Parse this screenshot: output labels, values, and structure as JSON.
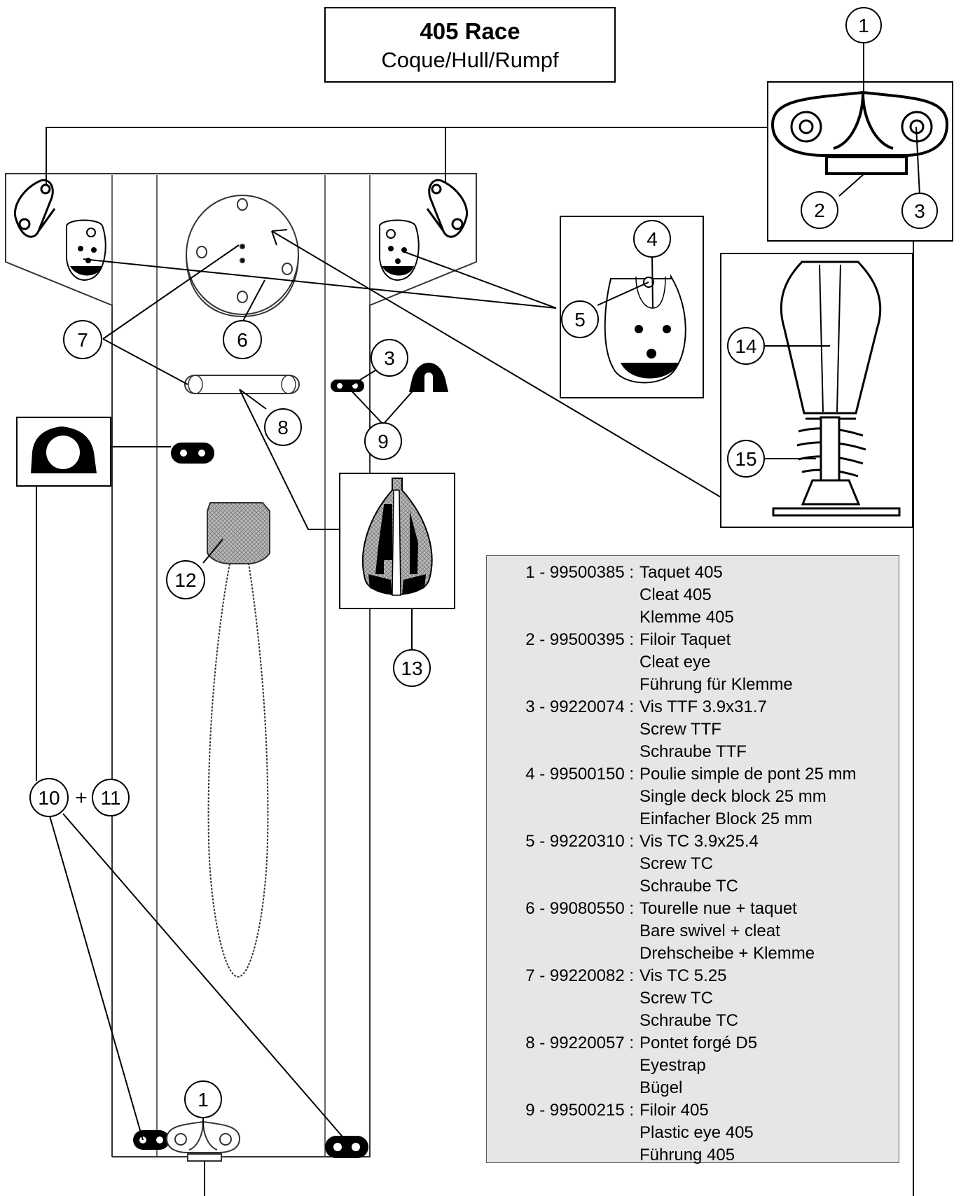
{
  "title": {
    "main": "405 Race",
    "sub": "Coque/Hull/Rumpf"
  },
  "callouts": [
    {
      "id": "c1-top",
      "label": "1"
    },
    {
      "id": "c2",
      "label": "2"
    },
    {
      "id": "c3-top",
      "label": "3"
    },
    {
      "id": "c4",
      "label": "4"
    },
    {
      "id": "c5",
      "label": "5"
    },
    {
      "id": "c6",
      "label": "6"
    },
    {
      "id": "c7",
      "label": "7"
    },
    {
      "id": "c3-mid",
      "label": "3"
    },
    {
      "id": "c8",
      "label": "8"
    },
    {
      "id": "c9",
      "label": "9"
    },
    {
      "id": "c14",
      "label": "14"
    },
    {
      "id": "c15",
      "label": "15"
    },
    {
      "id": "c12",
      "label": "12"
    },
    {
      "id": "c13",
      "label": "13"
    },
    {
      "id": "c10",
      "label": "10"
    },
    {
      "id": "c11",
      "label": "11"
    },
    {
      "id": "c1-bottom",
      "label": "1"
    }
  ],
  "plus_sign": "+",
  "legend": [
    {
      "code": "1 - 99500385 :",
      "lines": [
        "Taquet 405",
        "Cleat 405",
        "Klemme 405"
      ]
    },
    {
      "code": "2 - 99500395 :",
      "lines": [
        "Filoir Taquet",
        "Cleat eye",
        "Führung für Klemme"
      ]
    },
    {
      "code": "3 - 99220074 :",
      "lines": [
        "Vis TTF 3.9x31.7",
        "Screw TTF",
        "Schraube TTF"
      ]
    },
    {
      "code": "4 - 99500150 :",
      "lines": [
        "Poulie simple de pont 25 mm",
        "Single deck block 25 mm",
        "Einfacher Block 25 mm"
      ]
    },
    {
      "code": "5 - 99220310 :",
      "lines": [
        "Vis TC 3.9x25.4",
        "Screw TC",
        "Schraube TC"
      ]
    },
    {
      "code": "6 - 99080550 :",
      "lines": [
        "Tourelle nue + taquet",
        "Bare swivel + cleat",
        "Drehscheibe + Klemme"
      ]
    },
    {
      "code": "7 - 99220082 :",
      "lines": [
        "Vis TC 5.25",
        "Screw TC",
        "Schraube TC"
      ]
    },
    {
      "code": "8 - 99220057 :",
      "lines": [
        "Pontet forgé D5",
        "Eyestrap",
        "Bügel"
      ]
    },
    {
      "code": "9 - 99500215 :",
      "lines": [
        "Filoir 405",
        "Plastic eye 405",
        "Führung 405"
      ]
    }
  ]
}
